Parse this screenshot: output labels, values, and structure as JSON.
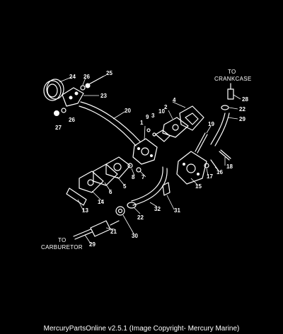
{
  "labels": {
    "to_crankcase_1": "TO",
    "to_crankcase_2": "CRANKCASE",
    "to_carburetor_1": "TO",
    "to_carburetor_2": "CARBURETOR"
  },
  "callouts": {
    "c1": "1",
    "c2": "2",
    "c3": "3",
    "c4": "4",
    "c5": "5",
    "c6": "6",
    "c7": "7",
    "c8": "8",
    "c9": "9",
    "c10": "10",
    "c13": "13",
    "c14": "14",
    "c15": "15",
    "c16": "16",
    "c17": "17",
    "c18": "18",
    "c19": "19",
    "c20": "20",
    "c21": "21",
    "c22a": "22",
    "c22b": "22",
    "c23": "23",
    "c24": "24",
    "c25": "25",
    "c26a": "26",
    "c26b": "26",
    "c27": "27",
    "c28": "28",
    "c29a": "29",
    "c29b": "29",
    "c30": "30",
    "c31": "31",
    "c32": "32"
  },
  "footer": {
    "text": "MercuryPartsOnline v2.5.1 (Image Copyright- Mercury Marine)"
  }
}
